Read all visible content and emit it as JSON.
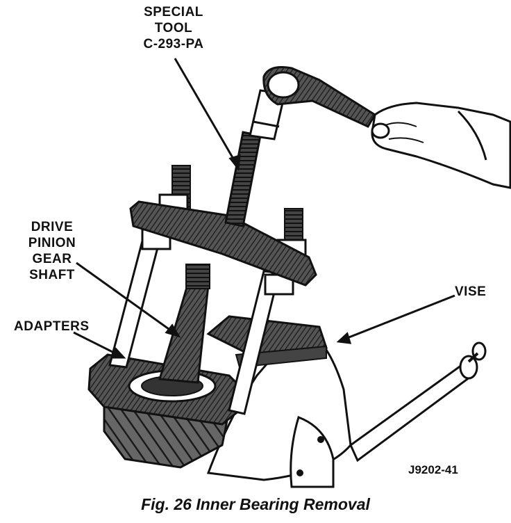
{
  "labels": {
    "special_tool_line1": "SPECIAL",
    "special_tool_line2": "TOOL",
    "special_tool_line3": "C-293-PA",
    "drive_line1": "DRIVE",
    "drive_line2": "PINION",
    "drive_line3": "GEAR",
    "drive_line4": "SHAFT",
    "adapters": "ADAPTERS",
    "vise": "VISE"
  },
  "figure_code": "J9202-41",
  "caption": "Fig. 26 Inner Bearing Removal",
  "colors": {
    "ink": "#111111",
    "paper": "#ffffff",
    "shade": "#3a3a3a"
  }
}
